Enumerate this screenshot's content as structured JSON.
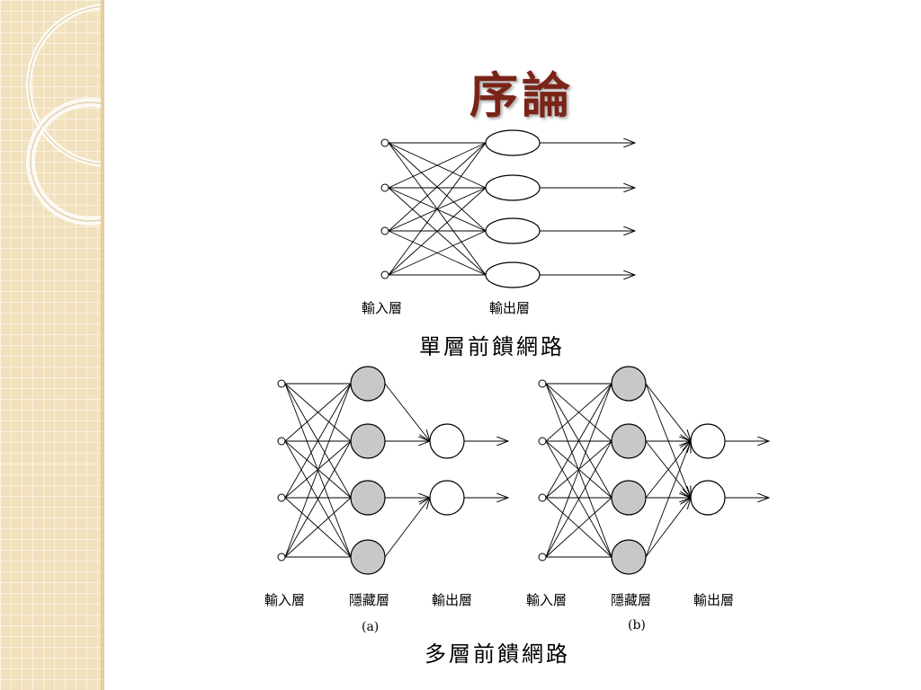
{
  "slide": {
    "title": "序論"
  },
  "single_layer": {
    "caption": "單層前饋網路",
    "input_label": "輸入層",
    "output_label": "輸出層"
  },
  "multi_layer": {
    "caption": "多層前饋網路",
    "a": {
      "input_label": "輸入層",
      "hidden_label": "隱藏層",
      "output_label": "輸出層",
      "sublabel": "(a)"
    },
    "b": {
      "input_label": "輸入層",
      "hidden_label": "隱藏層",
      "output_label": "輸出層",
      "sublabel": "(b)"
    }
  },
  "colors": {
    "title": "#7a2418",
    "hidden_node_fill": "#c8c8c8",
    "sidebar": "#f1e1bd"
  }
}
